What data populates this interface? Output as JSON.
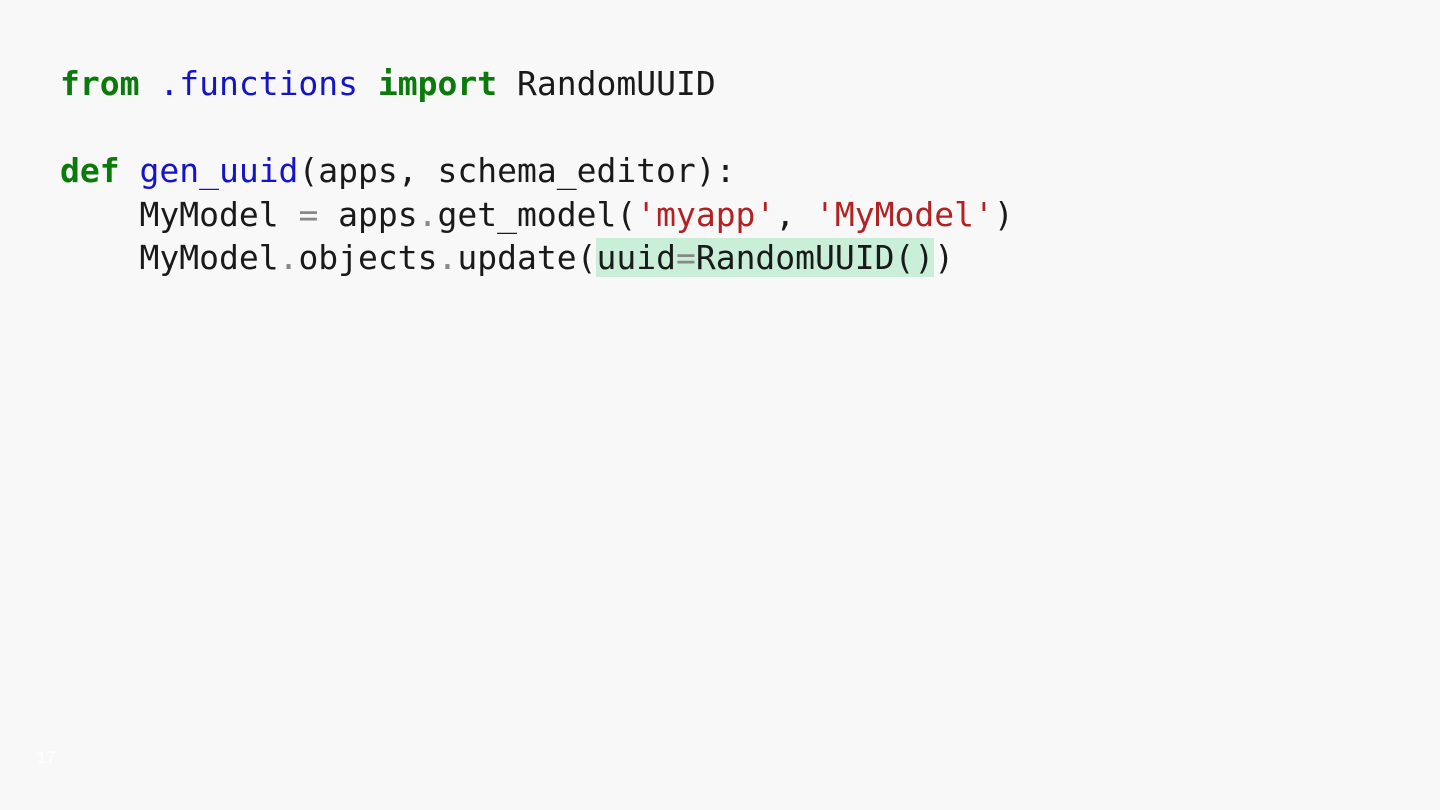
{
  "slide": {
    "number": "17"
  },
  "code": {
    "line1": {
      "kw_from": "from",
      "module": ".functions",
      "kw_import": "import",
      "name": "RandomUUID"
    },
    "line2": {
      "kw_def": "def",
      "func_name": "gen_uuid",
      "params": "(apps, schema_editor):"
    },
    "line3": {
      "indent": "    ",
      "var": "MyModel ",
      "eq": "=",
      "obj": " apps",
      "dot": ".",
      "call": "get_model(",
      "arg1": "'myapp'",
      "comma": ", ",
      "arg2": "'MyModel'",
      "close": ")"
    },
    "line4": {
      "indent": "    ",
      "var": "MyModel",
      "dot1": ".",
      "attr": "objects",
      "dot2": ".",
      "call": "update(",
      "hl_kw": "uuid",
      "hl_eq": "=",
      "hl_val": "RandomUUID()",
      "close": ")"
    }
  },
  "colors": {
    "background": "#f8f8f8",
    "keyword": "#0a7a0a",
    "name": "#1414c8",
    "string": "#b22222",
    "operator": "#888888",
    "highlight": "#c9efd9"
  }
}
